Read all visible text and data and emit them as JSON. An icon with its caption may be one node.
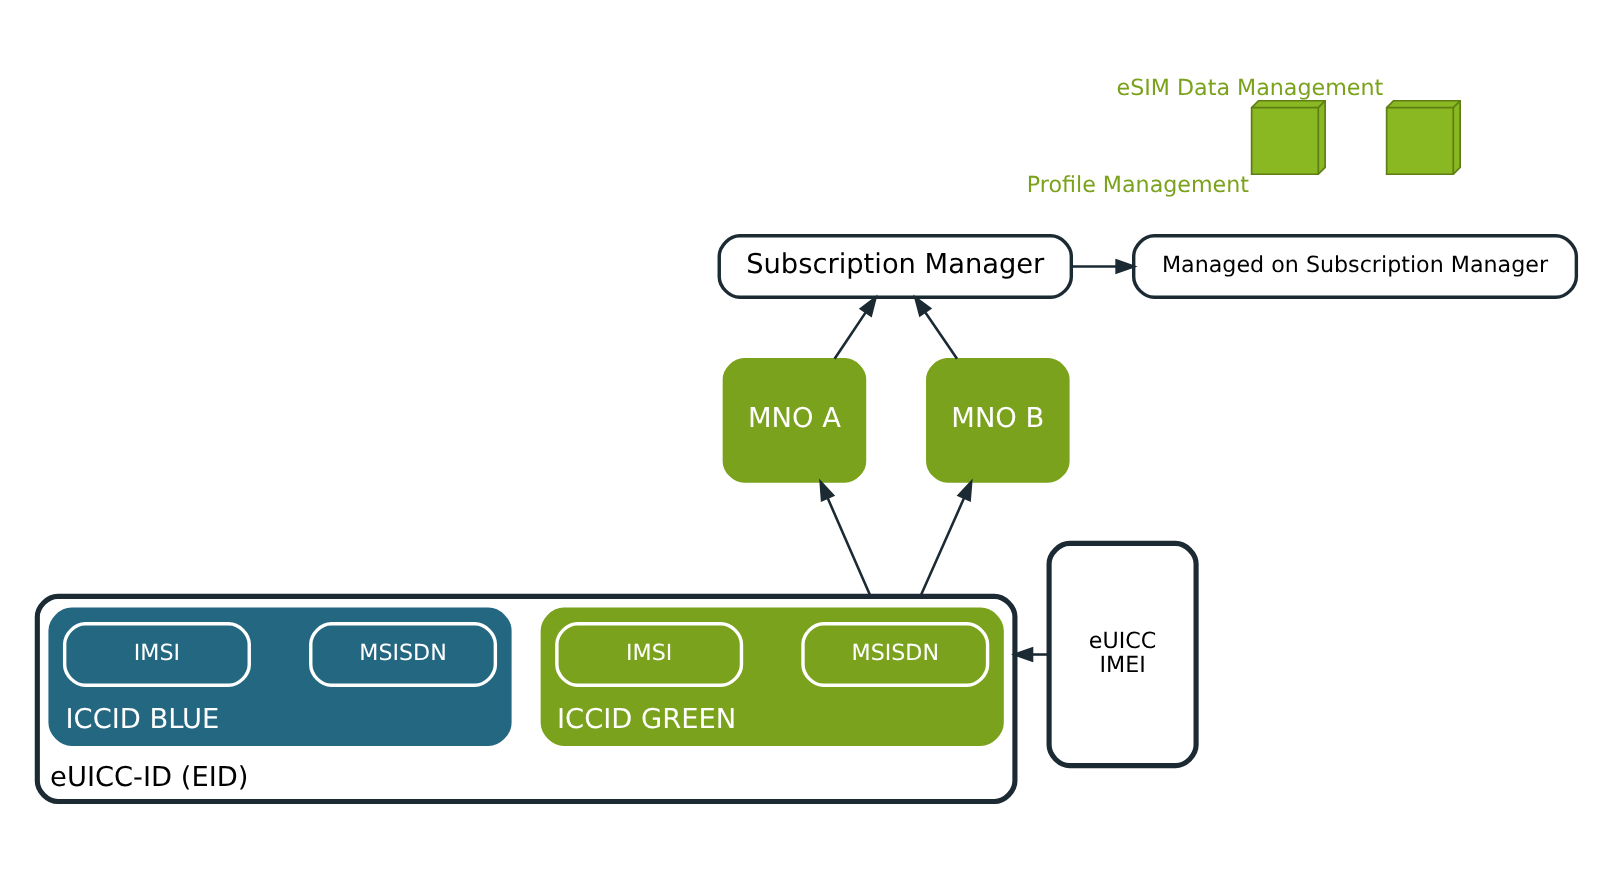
{
  "diagram": {
    "nodes": [
      {
        "text": [
          "Subscription Manager"
        ]
      },
      {
        "text": [
          "Managed on Subscription Manager"
        ]
      },
      {
        "text": [
          "MNO A"
        ]
      },
      {
        "text": [
          "MNO B"
        ]
      },
      {
        "text": [
          "eUICC",
          "IMEI"
        ]
      },
      {
        "text": [
          "eUICC-ID (EID)"
        ]
      },
      {
        "text": [
          "ICCID GREEN"
        ],
        "in": 5
      },
      {
        "text": [
          "MSISDN"
        ],
        "in": 6
      },
      {
        "text": [
          "IMSI"
        ],
        "in": 6
      },
      {
        "text": [
          "ICCID BLUE"
        ],
        "in": 5
      },
      {
        "text": [
          "MSISDN"
        ],
        "in": 9
      },
      {
        "text": [
          "IMSI"
        ],
        "in": 9
      },
      {
        "text": [
          "Profile Management"
        ]
      },
      {
        "text": [
          "eSIM Data Management"
        ]
      }
    ],
    "edges": [
      {
        "from": 2,
        "to": 0,
        "arrow": "to"
      },
      {
        "from": 3,
        "to": 0,
        "arrow": "to"
      },
      {
        "from": 0,
        "to": 1,
        "arrow": "to"
      },
      {
        "from": 4,
        "to": 5,
        "arrow": "to"
      },
      {
        "from": 5,
        "to": 2,
        "arrow": "to"
      },
      {
        "from": 5,
        "to": 3,
        "arrow": "to"
      }
    ]
  }
}
